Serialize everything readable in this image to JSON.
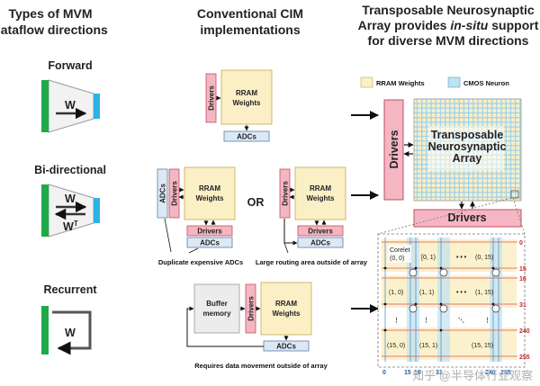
{
  "headers": {
    "col1": [
      "Types of MVM",
      "dataflow directions"
    ],
    "col2": [
      "Conventional CIM",
      "implementations"
    ],
    "col3_line1": "Transposable Neurosynaptic",
    "col3_line2": "Array provides ",
    "col3_line2_em": "in-situ",
    "col3_line2_end": " support",
    "col3_line3": "for diverse MVM directions"
  },
  "modes": {
    "forward": "Forward",
    "bidirectional": "Bi-directional",
    "recurrent": "Recurrent"
  },
  "symbols": {
    "w": "W",
    "wt_base": "W",
    "wt_sup": "T"
  },
  "boxes": {
    "drivers": "Drivers",
    "rram_weights": [
      "RRAM",
      "Weights"
    ],
    "adcs": "ADCs",
    "buffer_memory": [
      "Buffer",
      "memory"
    ],
    "or": "OR"
  },
  "captions": {
    "duplicate_adcs": "Duplicate expensive ADCs",
    "routing_area": "Large routing area outside of array",
    "data_movement": "Requires data movement outside of array"
  },
  "legend": {
    "rram": "RRAM Weights",
    "cmos": "CMOS Neuron"
  },
  "tna": {
    "title": [
      "Transposable",
      "Neurosynaptic",
      "Array"
    ],
    "drivers_left": "Drivers",
    "drivers_bottom": "Drivers"
  },
  "zoom_grid": {
    "corelet_label": [
      "Corelet",
      "(0, 0)"
    ],
    "row1": [
      "[0, 1)",
      "(0, 15)"
    ],
    "row2": [
      "(1, 0)",
      "(1, 1)",
      "(1, 15)"
    ],
    "row3": [
      "(15, 0)",
      "(15, 1)",
      "(15, 15)"
    ],
    "ellipsis_h": "• • •",
    "ellipsis_v": "⋮",
    "ellipsis_d": "⋱",
    "right_indices": [
      "0",
      "15",
      "16",
      "31",
      "240",
      "255"
    ],
    "bottom_indices": [
      "0",
      "15",
      "16",
      "31",
      "240",
      "255"
    ]
  },
  "watermark": "知乎 @半导体行业观察",
  "colors": {
    "green": "#1faa4a",
    "cyan": "#2bb3e6",
    "pink": "#f4b6c2",
    "pink_border": "#c0505f",
    "yellow": "#fbefc6",
    "yellow_border": "#c9a94f",
    "blue_box": "#dce9f5",
    "gray_box": "#ececec",
    "grid_red": "#d9534f",
    "grid_blue": "#5b8fc9",
    "idx_red": "#c62828",
    "idx_blue": "#1f5fa8"
  }
}
